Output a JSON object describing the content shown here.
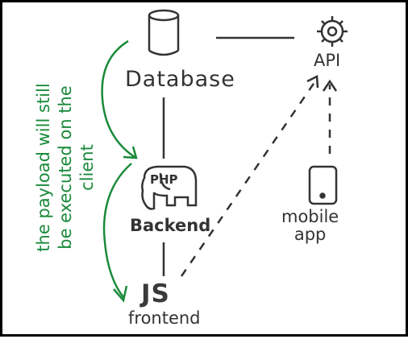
{
  "nodes": {
    "database": "Database",
    "api": "API",
    "backend": "Backend",
    "backend_logo": "PHP",
    "mobile": [
      "mobile",
      "app"
    ],
    "frontend_logo": "JS",
    "frontend": "frontend"
  },
  "annotation": {
    "lines": [
      "the payload will still",
      "be executed on the",
      "client"
    ]
  },
  "colors": {
    "ink": "#333333",
    "annotation": "#1a8a3a"
  }
}
